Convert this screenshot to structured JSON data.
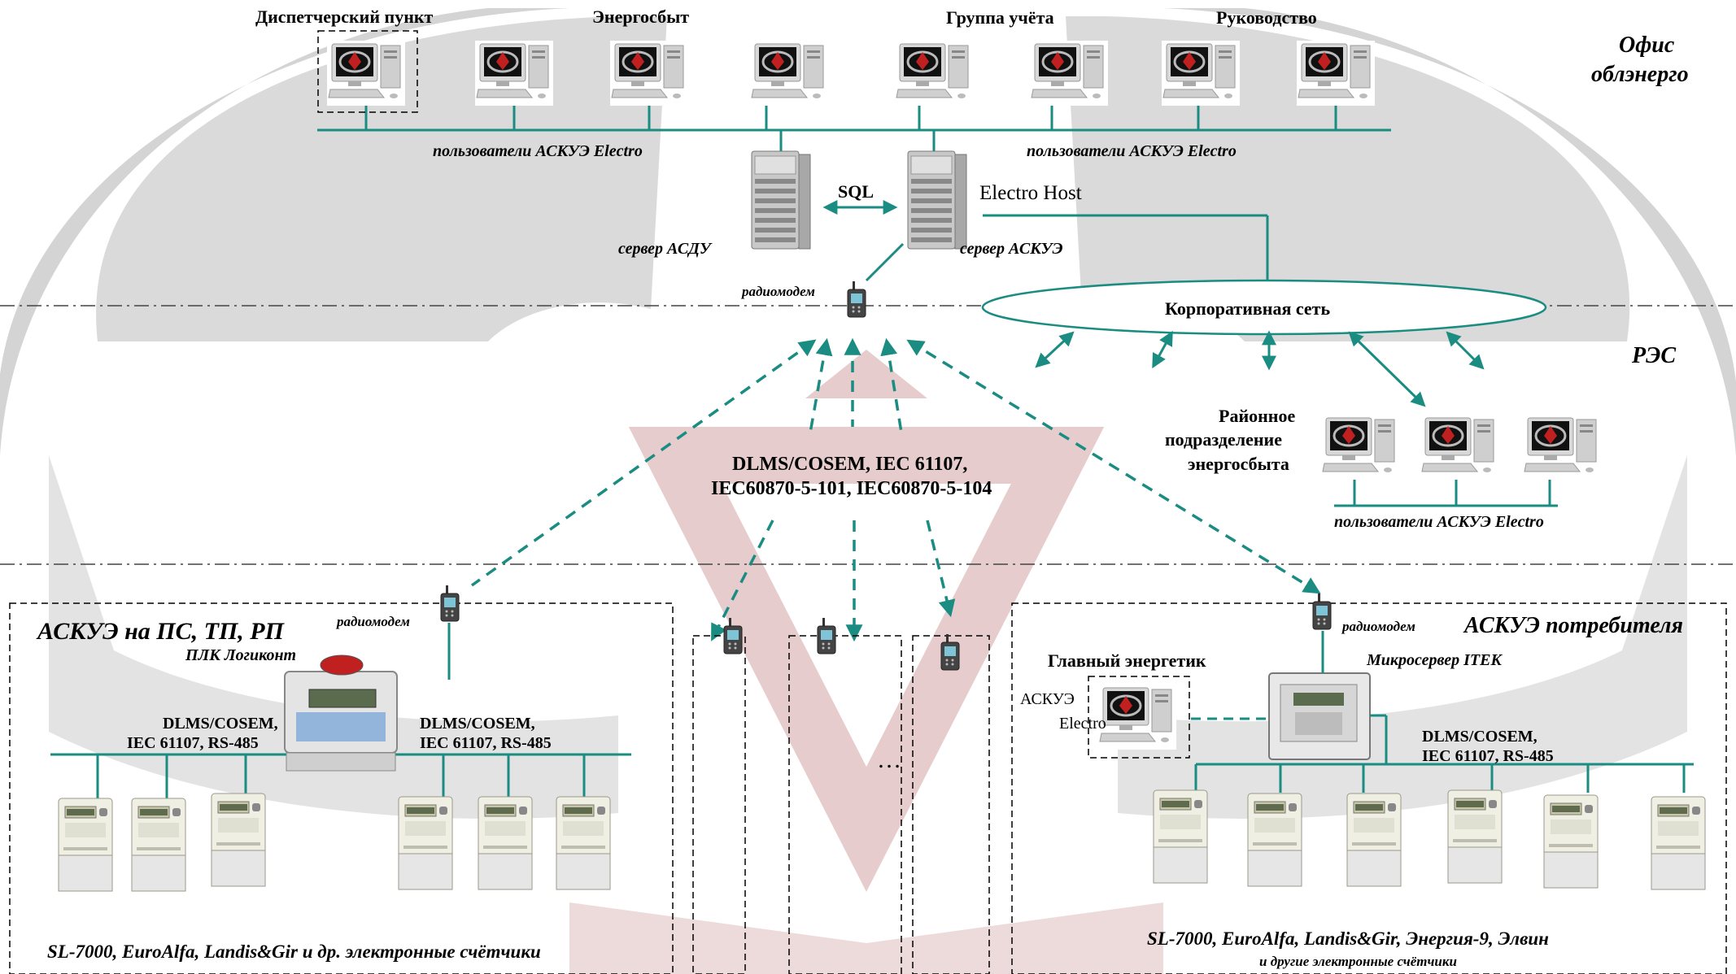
{
  "colors": {
    "teal": "#1a8c82",
    "watermark_gray": "#d4d4d4",
    "watermark_red": "#e6cccc"
  },
  "labels": {
    "dispatch": "Диспетчерский пункт",
    "energosbyt": "Энергосбыт",
    "accounting": "Группа учёта",
    "management": "Руководство",
    "office_1": "Офис",
    "office_2": "облэнерго",
    "users_left": "пользователи АСКУЭ Electro",
    "users_right": "пользователи АСКУЭ Electro",
    "sql": "SQL",
    "electro_host": "Electro Host",
    "server_asdu": "сервер АСДУ",
    "server_askue": "сервер АСКУЭ",
    "radiomodem_top": "радиомодем",
    "corp_net": "Корпоративная сеть",
    "res": "РЭС",
    "district_1": "Районное",
    "district_2": "подразделение",
    "district_3": "энергосбыта",
    "users_district": "пользователи АСКУЭ Electro",
    "protocols_1": "DLMS/COSEM, IEC 61107,",
    "protocols_2": "IEC60870-5-101, IEC60870-5-104",
    "left_zone": "АСКУЭ на ПС, ТП, РП",
    "radiomodem_left": "радиомодем",
    "plc": "ПЛК Логиконт",
    "left_proto_a1": "DLMS/COSEM,",
    "left_proto_a2": "IEC 61107, RS-485",
    "left_proto_b1": "DLMS/COSEM,",
    "left_proto_b2": "IEC 61107, RS-485",
    "left_meters": "SL-7000, EuroAlfa, Landis&Gir и др. электронные счётчики",
    "dots": "…",
    "right_zone": "АСКУЭ потребителя",
    "radiomodem_right": "радиомодем",
    "chief_engineer": "Главный энергетик",
    "micro_server": "Микросервер ITEK",
    "askue_1": "АСКУЭ",
    "askue_2": "Electro",
    "right_proto_1": "DLMS/COSEM,",
    "right_proto_2": "IEC 61107, RS-485",
    "right_meters": "SL-7000, EuroAlfa, Landis&Gir, Энергия-9, Элвин",
    "right_meters_sub": "и другие электронные счётчики"
  },
  "icons": {
    "workstation": "workstation-icon",
    "server": "server-tower-icon",
    "radiomodem": "radiomodem-icon",
    "meter": "electricity-meter-icon",
    "plc": "plc-controller-icon",
    "microserver": "microserver-icon"
  }
}
